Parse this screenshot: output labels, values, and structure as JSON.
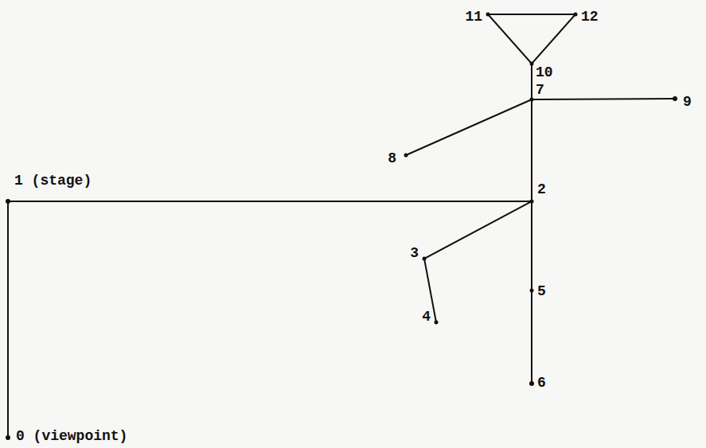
{
  "diagram": {
    "labels": [
      "1 (stage)",
      "0 (viewpoint)",
      "2",
      "3",
      "4",
      "5",
      "6",
      "7",
      "8",
      "9",
      "10",
      "11",
      "12"
    ]
  }
}
